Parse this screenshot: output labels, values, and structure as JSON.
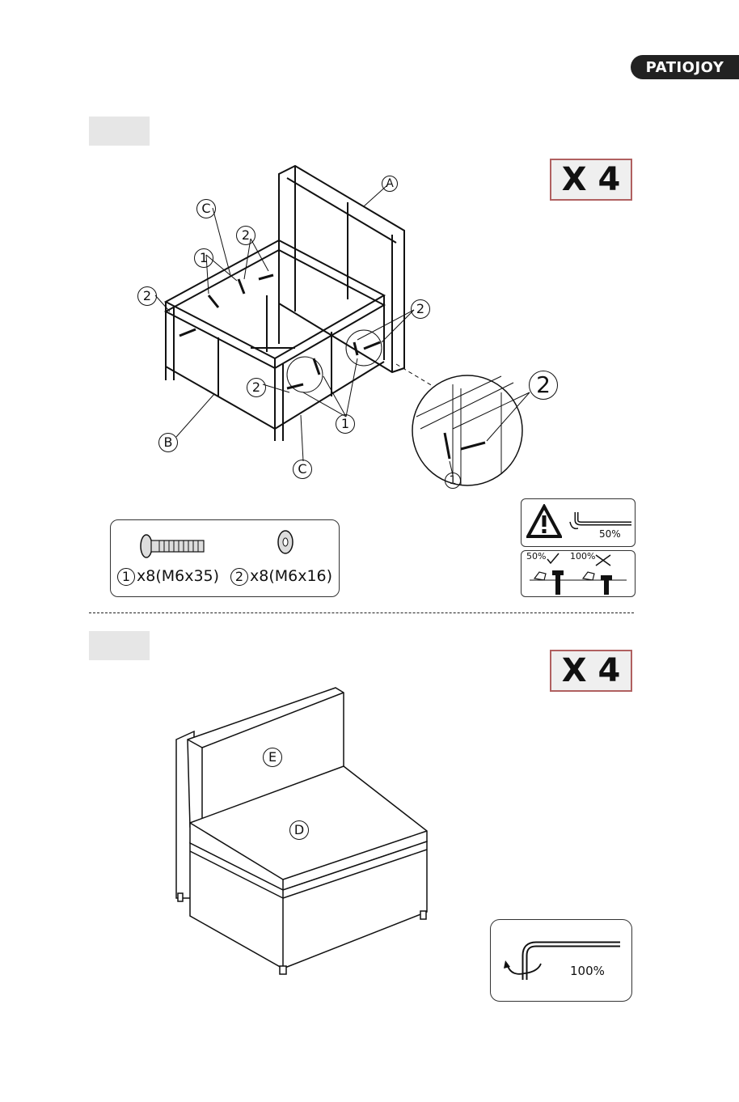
{
  "brand": {
    "logo_text": "PATIOJOY"
  },
  "step1": {
    "quantity": "X 4",
    "labels": {
      "A": "A",
      "B": "B",
      "C_top": "C",
      "C_bottom": "C",
      "bolt": "1",
      "washer": "2"
    },
    "parts": {
      "bolt_num": "1",
      "bolt_text": "x8(M6x35)",
      "washer_num": "2",
      "washer_text": "x8(M6x16)"
    },
    "warning": {
      "tighten_pct": "50%",
      "ok_pct": "50%",
      "bad_pct": "100%"
    }
  },
  "step2": {
    "quantity": "X 4",
    "labels": {
      "E": "E",
      "D": "D"
    },
    "tool_pct": "100%"
  }
}
